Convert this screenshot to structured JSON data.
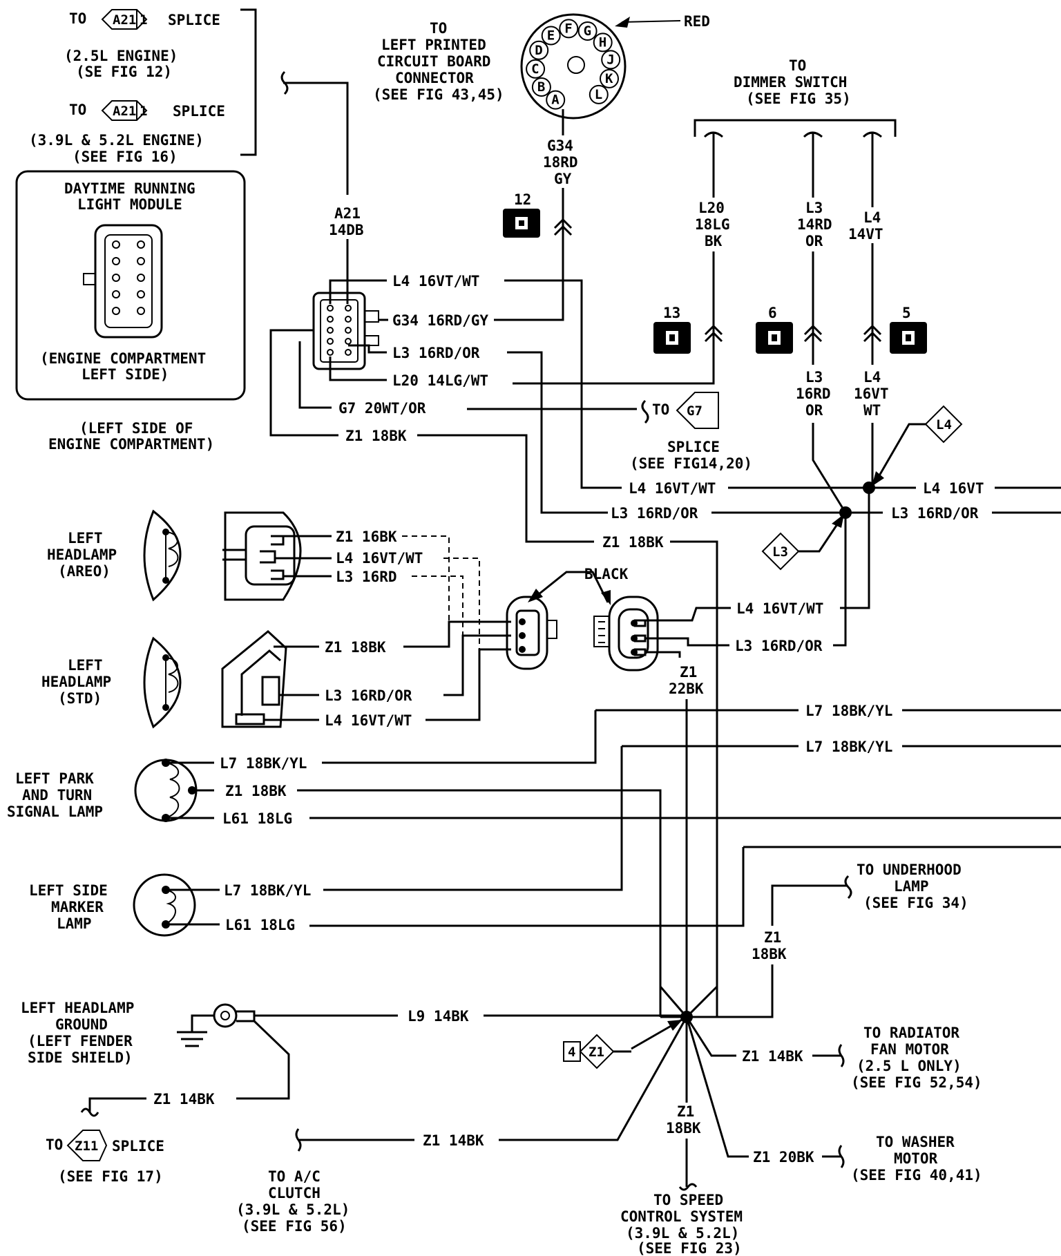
{
  "notes": {
    "to1": "TO",
    "to1_splice": "SPLICE",
    "to1_l1": "(2.5L ENGINE)",
    "to1_l2": "(SE FIG 12)",
    "to2": "TO",
    "to2_splice": "SPLICE",
    "to2_l1": "(3.9L & 5.2L ENGINE)",
    "to2_l2": "(SEE FIG 16)",
    "splice_tag": "A21",
    "splice_pin": "1"
  },
  "module": {
    "title_1": "DAYTIME RUNNING",
    "title_2": "LIGHT MODULE",
    "loc_1": "(ENGINE COMPARTMENT",
    "loc_2": "LEFT SIDE)",
    "side_1": "(LEFT SIDE OF",
    "side_2": "ENGINE COMPARTMENT)"
  },
  "pcb": {
    "l1": "TO",
    "l2": "LEFT PRINTED",
    "l3": "CIRCUIT BOARD",
    "l4": "CONNECTOR",
    "l5": "(SEE FIG 43,45)",
    "red": "RED",
    "pins": [
      "A",
      "B",
      "C",
      "D",
      "E",
      "F",
      "G",
      "H",
      "J",
      "K",
      "L"
    ],
    "wire_1": "G34",
    "wire_2": "18RD",
    "wire_3": "GY"
  },
  "dimmer": {
    "l1": "TO",
    "l2": "DIMMER SWITCH",
    "l3": "(SEE FIG 35)",
    "w20_1": "L20",
    "w20_2": "18LG",
    "w20_3": "BK",
    "w3_1": "L3",
    "w3_2": "14RD",
    "w3_3": "OR",
    "w4_1": "L4",
    "w4_2": "14VT",
    "w3b_1": "L3",
    "w3b_2": "16RD",
    "w3b_3": "OR",
    "w4b_1": "L4",
    "w4b_2": "16VT",
    "w4b_3": "WT"
  },
  "connectors": {
    "c12": "12",
    "c13": "13",
    "c6": "6",
    "c5": "5"
  },
  "a21": {
    "l1": "A21",
    "l2": "14DB"
  },
  "wires": {
    "l4_vt_wt": "L4 16VT/WT",
    "g34": "G34 16RD/GY",
    "l3_rd_or": "L3 16RD/OR",
    "l20": "L20 14LG/WT",
    "g7": "G7 20WT/OR",
    "z1_18bk": "Z1 18BK",
    "g7_to": "TO",
    "g7_tag": "G7",
    "g7_splice": "SPLICE",
    "g7_see": "(SEE FIG14,20)",
    "l4_right": "L4 16VT/WT",
    "l4_16vt": "L4 16VT",
    "l3_right": "L3 16RD/OR",
    "l3_16rd_or": "L3 16RD/OR",
    "z1_mid": "Z1 18BK",
    "tag_l4": "L4",
    "tag_l3": "L3"
  },
  "headlamp_areo": {
    "name_1": "LEFT",
    "name_2": "HEADLAMP",
    "name_3": "(AREO)",
    "w1": "Z1 16BK",
    "w2": "L4 16VT/WT",
    "w3": "L3 16RD",
    "black": "BLACK"
  },
  "headlamp_std": {
    "name_1": "LEFT",
    "name_2": "HEADLAMP",
    "name_3": "(STD)",
    "w1": "Z1 18BK",
    "w2": "L3 16RD/OR",
    "w3": "L4 16VT/WT"
  },
  "conn_right": {
    "w1": "L4 16VT/WT",
    "w2": "L3 16RD/OR",
    "z1_1": "Z1",
    "z1_2": "22BK"
  },
  "park": {
    "name_1": "LEFT PARK",
    "name_2": "AND TURN",
    "name_3": "SIGNAL LAMP",
    "w1": "L7 18BK/YL",
    "w2": "Z1 18BK",
    "w3": "L61 18LG",
    "r1": "L7 18BK/YL",
    "r2": "L7 18BK/YL"
  },
  "marker": {
    "name_1": "LEFT SIDE",
    "name_2": "MARKER",
    "name_3": "LAMP",
    "w1": "L7 18BK/YL",
    "w2": "L61 18LG"
  },
  "underhood": {
    "l1": "TO UNDERHOOD",
    "l2": "LAMP",
    "l3": "(SEE FIG 34)",
    "z1_1": "Z1",
    "z1_2": "18BK"
  },
  "ground": {
    "name_1": "LEFT HEADLAMP",
    "name_2": "GROUND",
    "name_3": "(LEFT FENDER",
    "name_4": "SIDE SHIELD)",
    "l9": "L9 14BK",
    "z1_14bk": "Z1 14BK",
    "to": "TO",
    "tag": "Z11",
    "splice": "SPLICE",
    "see": "(SEE FIG 17)"
  },
  "bottom": {
    "tag_num": "4",
    "tag_z1": "Z1",
    "rad_wire": "Z1 14BK",
    "rad_1": "TO RADIATOR",
    "rad_2": "FAN MOTOR",
    "rad_3": "(2.5 L ONLY)",
    "rad_4": "(SEE FIG 52,54)",
    "z1_1": "Z1",
    "z1_2": "18BK",
    "wash_wire": "Z1 20BK",
    "wash_1": "TO WASHER",
    "wash_2": "MOTOR",
    "wash_3": "(SEE FIG 40,41)",
    "ac_wire": "Z1 14BK",
    "ac_1": "TO A/C",
    "ac_2": "CLUTCH",
    "ac_3": "(3.9L & 5.2L)",
    "ac_4": "(SEE FIG 56)",
    "spd_1": "TO SPEED",
    "spd_2": "CONTROL SYSTEM",
    "spd_3": "(3.9L & 5.2L)",
    "spd_4": "(SEE FIG 23)"
  }
}
